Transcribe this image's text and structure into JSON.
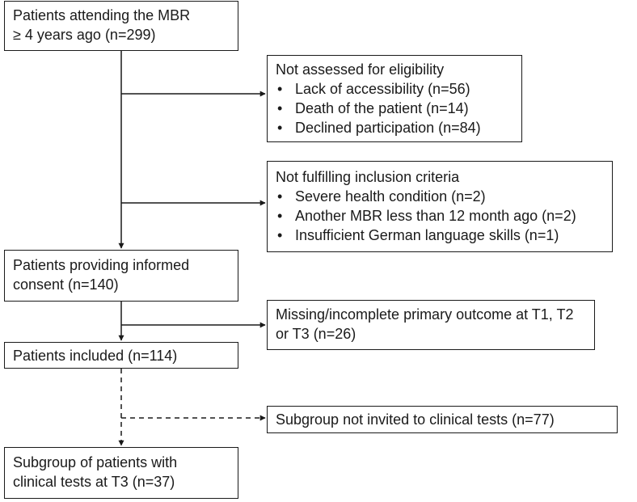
{
  "flow": {
    "start": {
      "line1": "Patients attending the MBR",
      "line2": "≥ 4 years ago (n=299)"
    },
    "not_assessed": {
      "title": "Not assessed for eligibility",
      "items": [
        "Lack of accessibility (n=56)",
        "Death of the patient (n=14)",
        "Declined participation (n=84)"
      ]
    },
    "not_fulfilling": {
      "title": "Not fulfilling inclusion criteria",
      "items": [
        "Severe health condition (n=2)",
        "Another MBR less than 12 month ago (n=2)",
        "Insufficient German language skills (n=1)"
      ]
    },
    "consent": {
      "line1": "Patients providing informed",
      "line2": "consent (n=140)"
    },
    "missing": {
      "line1": "Missing/incomplete primary outcome at T1, T2",
      "line2": "or T3 (n=26)"
    },
    "included": {
      "line1": "Patients included (n=114)"
    },
    "not_invited": {
      "line1": "Subgroup not invited to clinical tests (n=77)"
    },
    "subgroup": {
      "line1": "Subgroup of patients with",
      "line2": "clinical tests at T3 (n=37)"
    }
  }
}
